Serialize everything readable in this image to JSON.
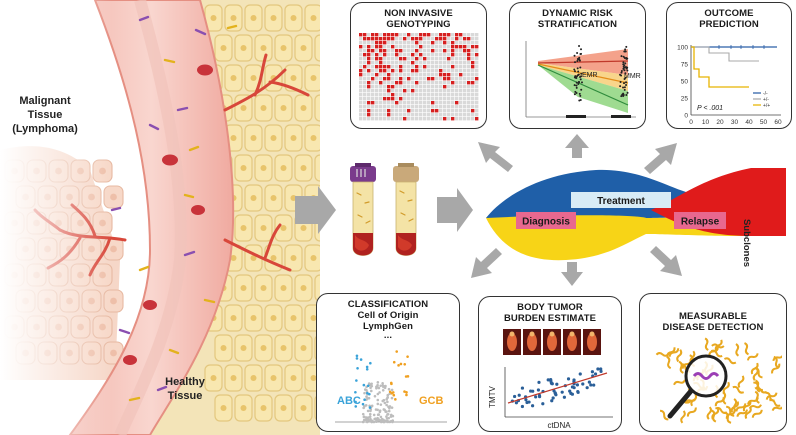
{
  "tissue": {
    "malignant_label": "Malignant Tissue (Lymphoma)",
    "malignant_line1": "Malignant",
    "malignant_line2": "Tissue",
    "malignant_line3": "(Lymphoma)",
    "healthy_line1": "Healthy",
    "healthy_line2": "Tissue"
  },
  "panels": {
    "genotyping": {
      "title_line1": "NON INVASIVE",
      "title_line2": "GENOTYPING"
    },
    "risk": {
      "title_line1": "DYNAMIC RISK",
      "title_line2": "STRATIFICATION",
      "label_emr": "EMR",
      "label_mmr": "MMR"
    },
    "outcome": {
      "title_line1": "OUTCOME",
      "title_line2": "PREDICTION",
      "y_ticks": [
        "100",
        "75",
        "50",
        "25",
        "0"
      ],
      "x_ticks": [
        "0",
        "10",
        "20",
        "30",
        "40",
        "50",
        "60"
      ],
      "p_value": "P < .001",
      "legend": [
        "-/-",
        "+/-",
        "+/+"
      ]
    },
    "classification": {
      "title_line1": "CLASSIFICATION",
      "title_line2": "Cell of Origin",
      "title_line3": "LymphGen",
      "title_line4": "...",
      "label_abc": "ABC",
      "label_gcb": "GCB"
    },
    "burden": {
      "title_line1": "BODY TUMOR",
      "title_line2": "BURDEN ESTIMATE",
      "ylabel": "TMTV",
      "xlabel": "ctDNA"
    },
    "detection": {
      "title_line1": "MEASURABLE",
      "title_line2": "DISEASE DETECTION"
    }
  },
  "subclones": {
    "treatment": "Treatment",
    "diagnosis": "Diagnosis",
    "relapse": "Relapse",
    "side_label": "Subclones"
  },
  "colors": {
    "blue": "#1f5fa8",
    "yellow": "#f7d417",
    "red": "#e01b1b",
    "pink_label": "#e8688f",
    "treatment_label": "#d8ecf6",
    "abc": "#3aa3d9",
    "gcb": "#f0a020"
  }
}
